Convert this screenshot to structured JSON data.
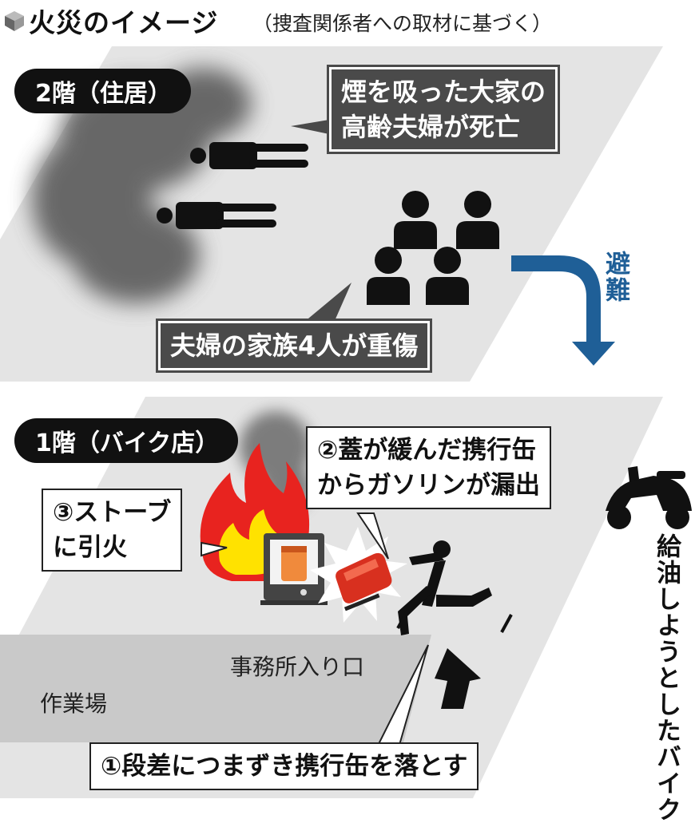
{
  "header": {
    "title": "火災のイメージ",
    "subtitle": "（捜査関係者への取材に基づく）"
  },
  "floor2": {
    "label": "2階（住居）",
    "callout_death": "煙を吸った大家の\n高齢夫婦が死亡",
    "callout_injury": "夫婦の家族4人が重傷"
  },
  "evacuation": {
    "label": "避難",
    "arrow_color": "#1f5f97"
  },
  "floor1": {
    "label": "1階（バイク店）",
    "callout_leak": "②蓋が緩んだ携行缶\nからガソリンが漏出",
    "callout_ignite": "③ストーブ\nに引火",
    "entrance_label": "事務所入り口",
    "workshop_label": "作業場",
    "callout_trip": "①段差につまずき携行缶を落とす"
  },
  "motorbike": {
    "label": "給油しようとしたバイク"
  },
  "colors": {
    "floor_gray": "#e4e4e4",
    "workshop_gray": "#c9c9c9",
    "smoke": "#5a5a5a",
    "fire_outer": "#e8231f",
    "fire_inner": "#ffe200",
    "can_red": "#d8301f"
  }
}
